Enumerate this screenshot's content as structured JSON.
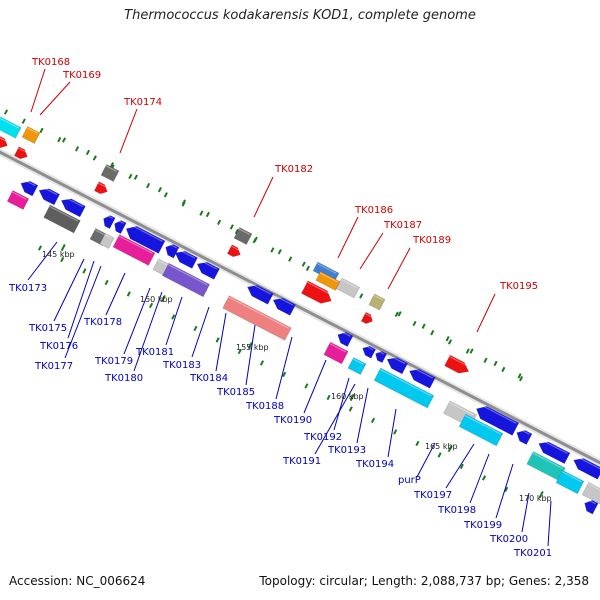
{
  "title": "Thermococcus kodakarensis KOD1, complete genome",
  "footer": {
    "accession": "Accession: NC_006624",
    "info": "Topology: circular; Length: 2,088,737 bp; Genes: 2,358"
  },
  "colors": {
    "forward_label": "#cc0000",
    "reverse_label": "#0000bb",
    "backbone": "#909090",
    "tick": "#1a7a1a"
  },
  "kbp_markers": [
    "145 kbp",
    "150 kbp",
    "155 kbp",
    "160 kbp",
    "165 kbp",
    "170 kbp"
  ],
  "forward_labels": [
    "TK0168",
    "TK0169",
    "TK0174",
    "TK0182",
    "TK0186",
    "TK0187",
    "TK0189",
    "TK0195"
  ],
  "reverse_labels": [
    "TK0173",
    "TK0175",
    "TK0176",
    "TK0177",
    "TK0178",
    "TK0179",
    "TK0180",
    "TK0181",
    "TK0183",
    "TK0184",
    "TK0185",
    "TK0188",
    "TK0190",
    "TK0192",
    "TK0191",
    "TK0193",
    "TK0194",
    "purP",
    "TK0197",
    "TK0198",
    "TK0199",
    "TK0200",
    "TK0201"
  ]
}
